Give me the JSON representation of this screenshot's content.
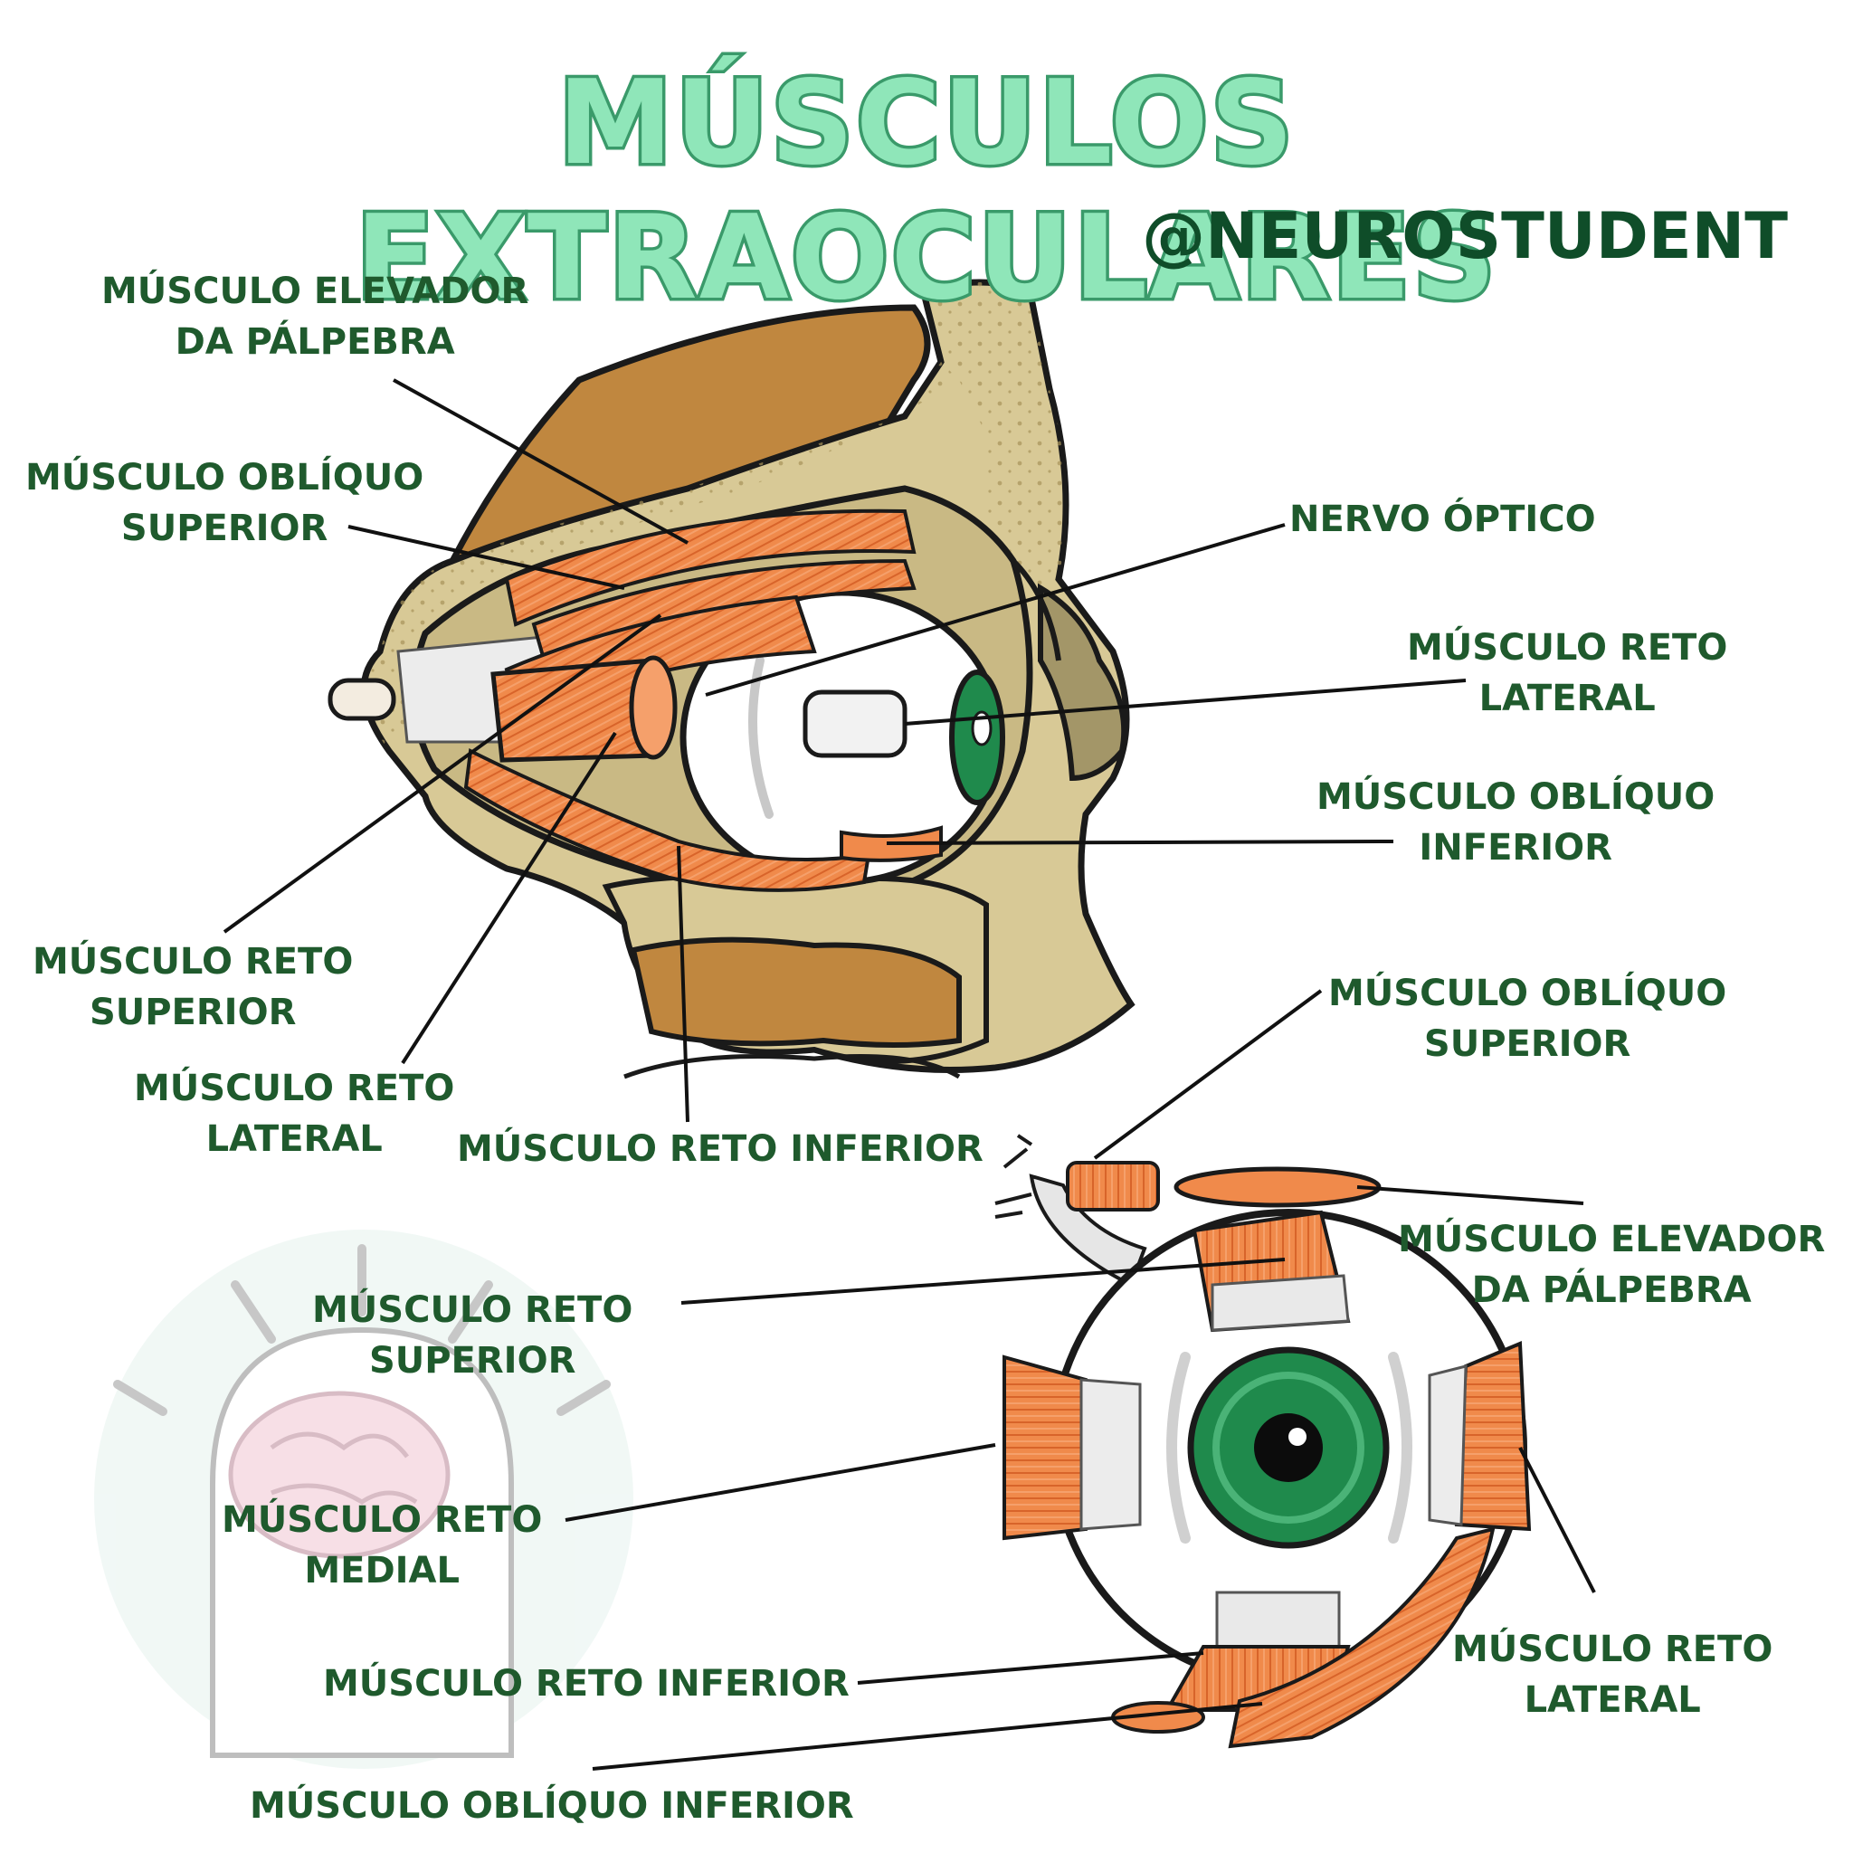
{
  "title": "MÚSCULOS EXTRAOCULARES",
  "handle": "@NEUROSTUDENT",
  "lateral_view": {
    "labels": {
      "elevador": [
        "MÚSCULO ELEVADOR",
        "DA PÁLPEBRA"
      ],
      "obliquo_superior": [
        "MÚSCULO OBLÍQUO",
        "SUPERIOR"
      ],
      "nervo_optico": [
        "NERVO ÓPTICO"
      ],
      "reto_lateral_right": [
        "MÚSCULO RETO",
        "LATERAL"
      ],
      "obliquo_inferior": [
        "MÚSCULO OBLÍQUO",
        "INFERIOR"
      ],
      "reto_superior": [
        "MÚSCULO RETO",
        "SUPERIOR"
      ],
      "reto_lateral_left": [
        "MÚSCULO RETO",
        "LATERAL"
      ],
      "reto_inferior": [
        "MÚSCULO RETO INFERIOR"
      ]
    }
  },
  "front_view": {
    "labels": {
      "obliquo_superior": [
        "MÚSCULO OBLÍQUO",
        "SUPERIOR"
      ],
      "elevador": [
        "MÚSCULO ELEVADOR",
        "DA PÁLPEBRA"
      ],
      "reto_superior": [
        "MÚSCULO RETO",
        "SUPERIOR"
      ],
      "reto_medial": [
        "MÚSCULO RETO",
        "MEDIAL"
      ],
      "reto_inferior": [
        "MÚSCULO RETO INFERIOR"
      ],
      "reto_lateral": [
        "MÚSCULO RETO",
        "LATERAL"
      ],
      "obliquo_inferior": [
        "MÚSCULO OBLÍQUO INFERIOR"
      ]
    }
  },
  "colors": {
    "title_fill": "#8fe6b9",
    "title_stroke": "#3a9a6a",
    "label_text": "#1f5a2d",
    "muscle": "#f08a4b",
    "bone": "#d8c996",
    "bone_dark": "#c0873f",
    "iris": "#1f8a4c"
  }
}
